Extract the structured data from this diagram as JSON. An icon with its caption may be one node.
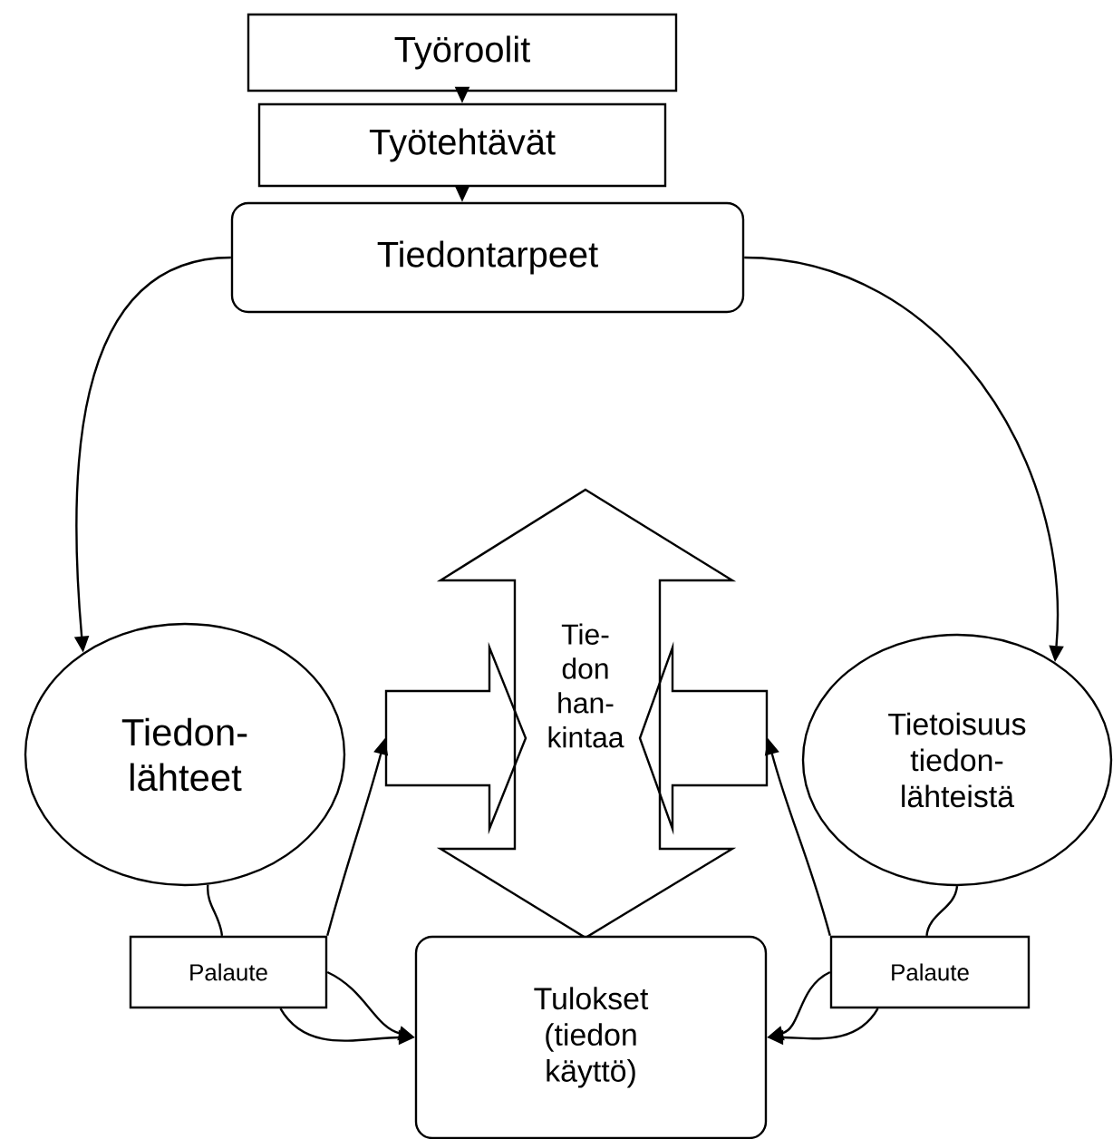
{
  "diagram": {
    "nodes": [
      {
        "text": [
          "Työroolit"
        ]
      },
      {
        "text": [
          "Työtehtävät"
        ]
      },
      {
        "text": [
          "Tiedontarpeet"
        ]
      },
      {
        "text": [
          "Tiedon- lähteet"
        ]
      },
      {
        "text": [
          "Tie- don han- kintaa"
        ]
      },
      {
        "text": [],
        "shape": "arrow"
      },
      {
        "text": [],
        "shape": "arrow"
      },
      {
        "text": [
          "Tietoisuus tiedon- lähteistä"
        ]
      },
      {
        "text": [
          "Palaute"
        ]
      },
      {
        "text": [
          "Tulokset (tiedon käyttö)"
        ]
      },
      {
        "text": [
          "Palaute"
        ]
      }
    ],
    "edges": [
      {
        "from": 0,
        "to": 1,
        "arrow": "to"
      },
      {
        "from": 1,
        "to": 2,
        "arrow": "to"
      },
      {
        "from": 2,
        "to": 3,
        "arrow": "to"
      },
      {
        "from": 2,
        "to": 7,
        "arrow": "to"
      },
      {
        "from": 3,
        "to": 8,
        "arrow": "none"
      },
      {
        "from": 8,
        "to": 9,
        "arrow": "to"
      },
      {
        "from": 8,
        "to": 9,
        "arrow": "to"
      },
      {
        "from": 8,
        "to": 5,
        "arrow": "to"
      },
      {
        "from": 7,
        "to": 10,
        "arrow": "none"
      },
      {
        "from": 10,
        "to": 9,
        "arrow": "to"
      },
      {
        "from": 10,
        "to": 9,
        "arrow": "to"
      },
      {
        "from": 10,
        "to": 6,
        "arrow": "to"
      }
    ]
  }
}
